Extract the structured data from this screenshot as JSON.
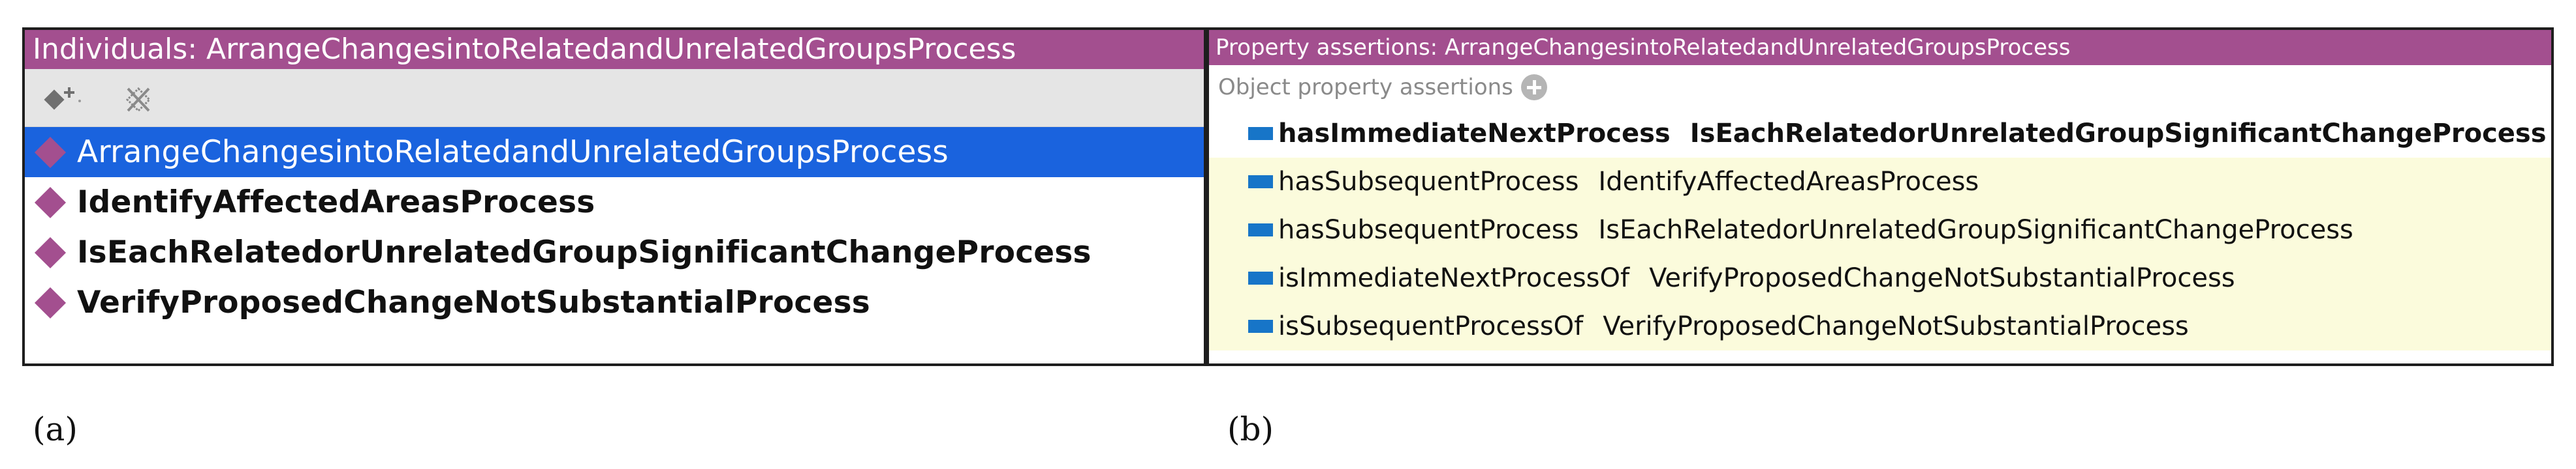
{
  "individuals_panel": {
    "title": "Individuals: ArrangeChangesintoRelatedandUnrelatedGroupsProcess",
    "toolbar": {
      "add_icon": "add-individual-icon",
      "delete_icon": "delete-individual-icon"
    },
    "items": [
      {
        "label": "ArrangeChangesintoRelatedandUnrelatedGroupsProcess",
        "selected": true
      },
      {
        "label": "IdentifyAffectedAreasProcess",
        "selected": false
      },
      {
        "label": "IsEachRelatedorUnrelatedGroupSignificantChangeProcess",
        "selected": false
      },
      {
        "label": "VerifyProposedChangeNotSubstantialProcess",
        "selected": false
      }
    ]
  },
  "assertions_panel": {
    "title": "Property assertions: ArrangeChangesintoRelatedandUnrelatedGroupsProcess",
    "section_label": "Object property assertions",
    "assertions": [
      {
        "property": "hasImmediateNextProcess",
        "value": "IsEachRelatedorUnrelatedGroupSignificantChangeProcess",
        "bold": true,
        "highlight": false
      },
      {
        "property": "hasSubsequentProcess",
        "value": "IdentifyAffectedAreasProcess",
        "bold": false,
        "highlight": true
      },
      {
        "property": "hasSubsequentProcess",
        "value": "IsEachRelatedorUnrelatedGroupSignificantChangeProcess",
        "bold": false,
        "highlight": true
      },
      {
        "property": "isImmediateNextProcessOf",
        "value": "VerifyProposedChangeNotSubstantialProcess",
        "bold": false,
        "highlight": true
      },
      {
        "property": "isSubsequentProcessOf",
        "value": "VerifyProposedChangeNotSubstantialProcess",
        "bold": false,
        "highlight": true
      }
    ]
  },
  "captions": {
    "a": "(a)",
    "b": "(b)"
  },
  "colors": {
    "title_bar": "#a34f8f",
    "selection": "#1a63de",
    "individual_diamond": "#a34f8f",
    "property_icon": "#1775c8",
    "inferred_highlight": "#fbfbdc",
    "toolbar": "#e5e5e5"
  }
}
